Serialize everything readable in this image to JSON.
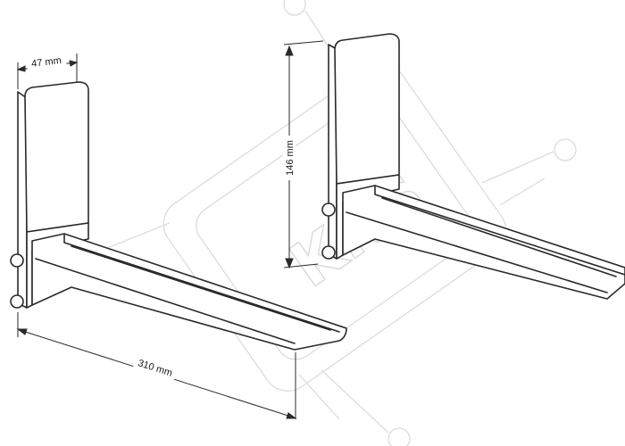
{
  "dimensions": {
    "width_label": "47 mm",
    "height_label": "146 mm",
    "length_label": "310 mm"
  },
  "watermark": {
    "text": "KNS"
  },
  "colors": {
    "line": "#2a2a2a",
    "bracket_fill": "#ffffff",
    "watermark": "#d9d9d9"
  }
}
